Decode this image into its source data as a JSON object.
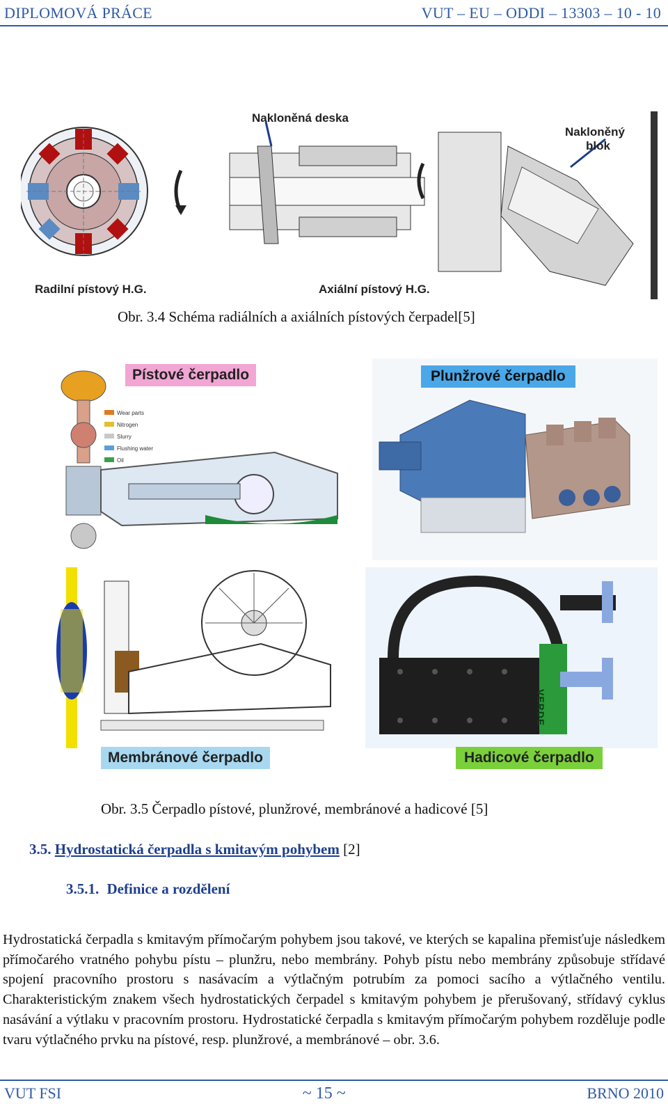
{
  "header": {
    "left": "DIPLOMOVÁ PRÁCE",
    "right": "VUT – EU – ODDI – 13303 – 10 - 10"
  },
  "figure1": {
    "label_tilted_plate": "Nakloněná deska",
    "label_tilted_block_1": "Nakloněný",
    "label_tilted_block_2": "blok",
    "label_radial": "Radilní pístový H.G.",
    "label_axial": "Axiální pístový H.G.",
    "caption": "Obr. 3.4 Schéma radiálních a axiálních pístových čerpadel[5]"
  },
  "figure2": {
    "label_piston": "Pístové čerpadlo",
    "label_plunger": "Plunžrové čerpadlo",
    "label_membrane": "Membránové čerpadlo",
    "label_hose": "Hadicové čerpadlo",
    "legend": [
      "Wear parts",
      "Nitrogen",
      "Slurry",
      "Flushing water",
      "Oil"
    ],
    "legend_colors": [
      "#e07a20",
      "#e0c030",
      "#c8c8c8",
      "#5aa0d8",
      "#3ca04a"
    ],
    "verderline_text": "VERDE",
    "caption": "Obr. 3.5 Čerpadlo pístové, plunžrové, membránové a hadicové [5]"
  },
  "section": {
    "number": "3.5.",
    "title": "Hydrostatická čerpadla s kmitavým pohybem",
    "ref": "[2]"
  },
  "subsection": {
    "number": "3.5.1.",
    "title": "Definice a rozdělení"
  },
  "paragraph": "Hydrostatická čerpadla s kmitavým přímočarým pohybem jsou takové, ve kterých se kapalina přemisťuje následkem přímočarého vratného pohybu pístu – plunžru, nebo membrány. Pohyb pístu nebo membrány způsobuje střídavé spojení pracovního prostoru s nasávacím a výtlačným potrubím za pomoci sacího a výtlačného ventilu. Charakteristickým znakem všech hydrostatických čerpadel s kmitavým pohybem je přerušovaný, střídavý cyklus nasávání a výtlaku v pracovním prostoru. Hydrostatické čerpadla s kmitavým přímočarým pohybem rozděluje podle tvaru výtlačného prvku na pístové, resp. plunžrové, a membránové – obr. 3.6.",
  "footer": {
    "left": "VUT FSI",
    "center": "~ 15 ~",
    "right": "BRNO 2010"
  },
  "colors": {
    "accent": "#2f5aa6",
    "pink_label": "#f2a6d4",
    "blue_label": "#4aa8e8",
    "green_label": "#7ad03a",
    "lightblue_label": "#a8d8f0"
  }
}
